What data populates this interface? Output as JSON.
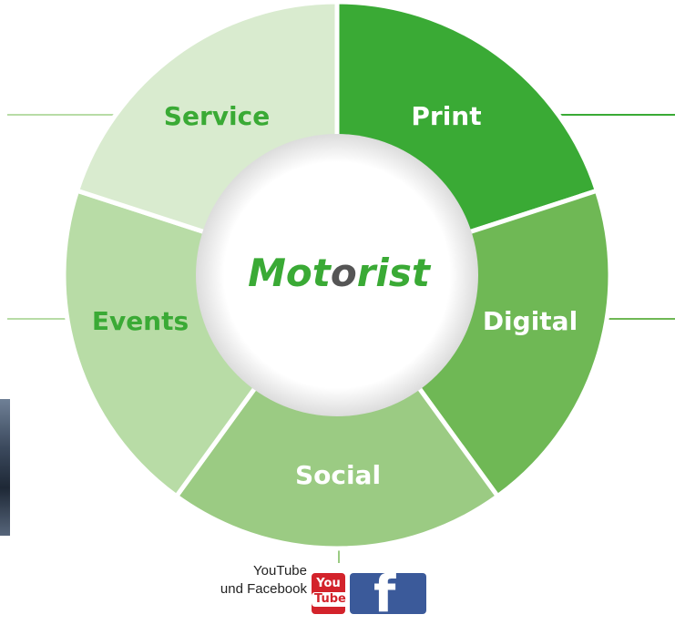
{
  "diagram": {
    "center_title": "Motorist",
    "segments": [
      {
        "label": "Print",
        "color": "#3aaa35",
        "text_color": "#ffffff"
      },
      {
        "label": "Digital",
        "color": "#6fb855",
        "text_color": "#ffffff"
      },
      {
        "label": "Social",
        "color": "#9bcb83",
        "text_color": "#ffffff"
      },
      {
        "label": "Events",
        "color": "#b8dca6",
        "text_color": "#3aaa35"
      },
      {
        "label": "Service",
        "color": "#d9ebcf",
        "text_color": "#3aaa35"
      }
    ],
    "title_colors": {
      "primary": "#3aaa35",
      "accent": "#555555"
    }
  },
  "footer": {
    "caption_line1": "YouTube",
    "caption_line2": "und Facebook",
    "youtube_icon": "youtube-icon",
    "youtube_top": "You",
    "youtube_bottom": "Tube",
    "facebook_icon": "facebook-icon",
    "facebook_letter": "f"
  }
}
